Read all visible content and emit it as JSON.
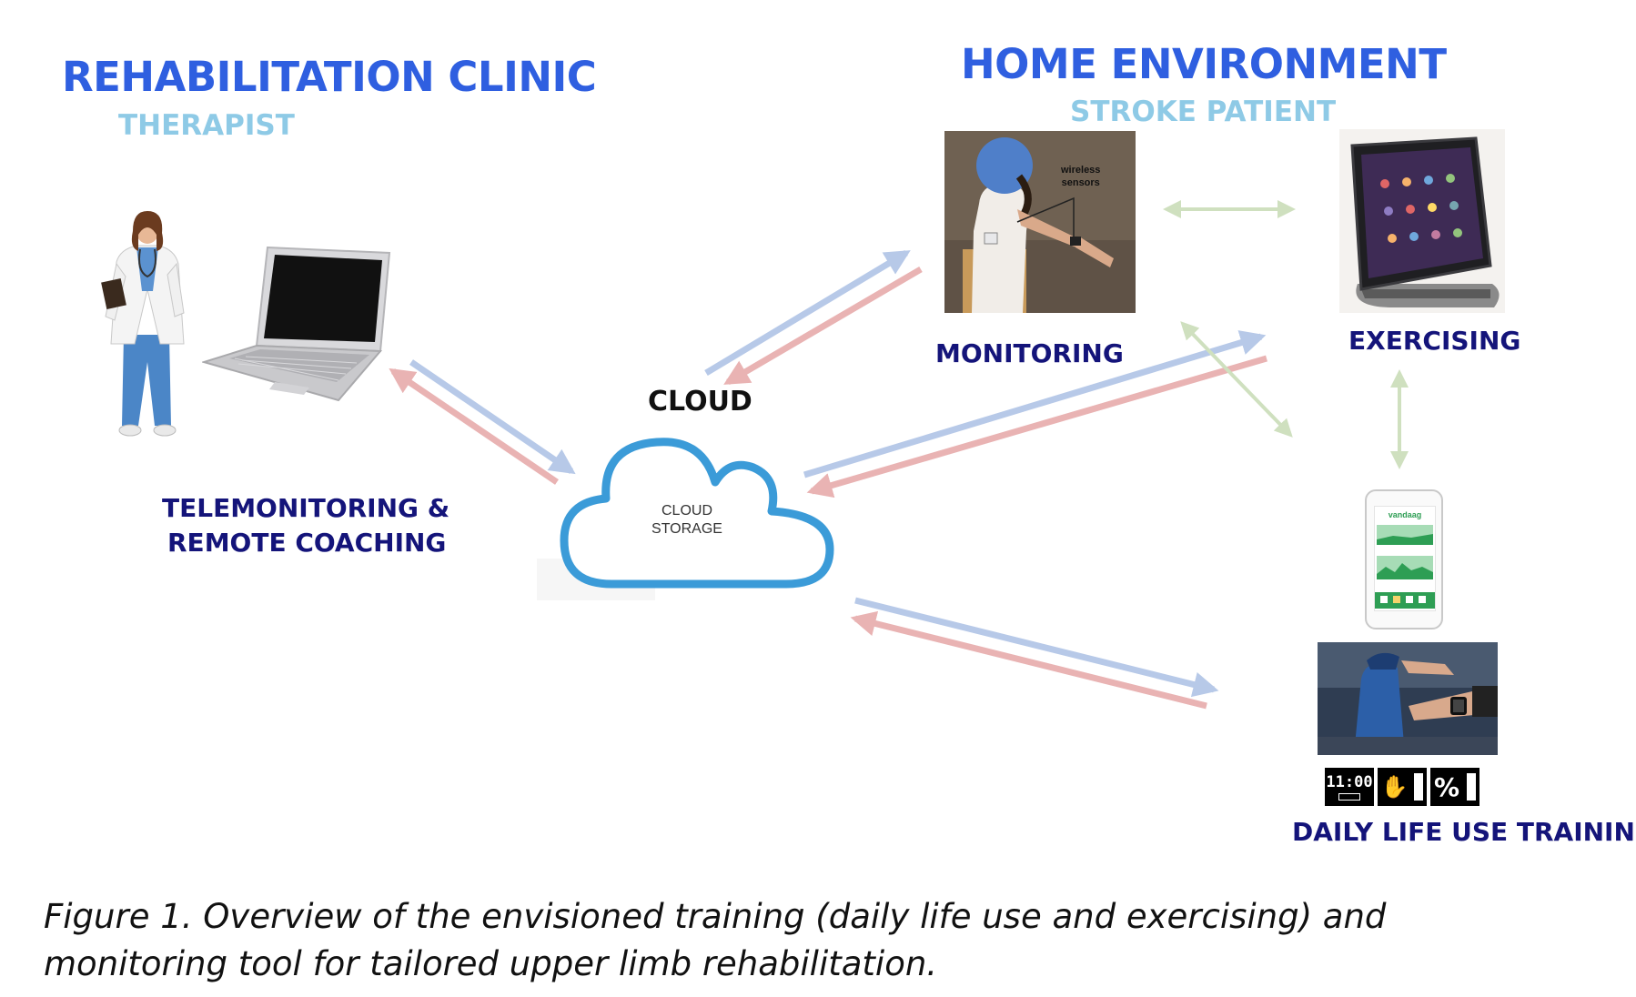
{
  "clinic": {
    "title": "REHABILITATION CLINIC",
    "role": "THERAPIST",
    "label_line1": "TELEMONITORING &",
    "label_line2": "REMOTE COACHING"
  },
  "home": {
    "title": "HOME ENVIRONMENT",
    "role": "STROKE PATIENT",
    "monitoring_label": "MONITORING",
    "exercising_label": "EXERCISING",
    "daily_label": "DAILY LIFE USE TRAINING",
    "sensor_note_line1": "wireless",
    "sensor_note_line2": "sensors",
    "phone_app_title": "vandaag",
    "watch_icons": [
      "11:00",
      "✋",
      "%"
    ]
  },
  "cloud": {
    "title": "CLOUD",
    "text_line1": "CLOUD",
    "text_line2": "STORAGE"
  },
  "caption": {
    "line1": "Figure 1. Overview of the envisioned training (daily life use and exercising) and",
    "line2": "monitoring tool for tailored upper limb rehabilitation."
  },
  "colors": {
    "title_blue": "#2f5fe0",
    "subtitle_teal": "#8ecae6",
    "label_navy": "#14147a",
    "arrow_blue": "#b7c9e8",
    "arrow_red": "#e9b3b3",
    "arrow_green": "#cfe0bf",
    "cloud_stroke": "#3b9bd8"
  }
}
